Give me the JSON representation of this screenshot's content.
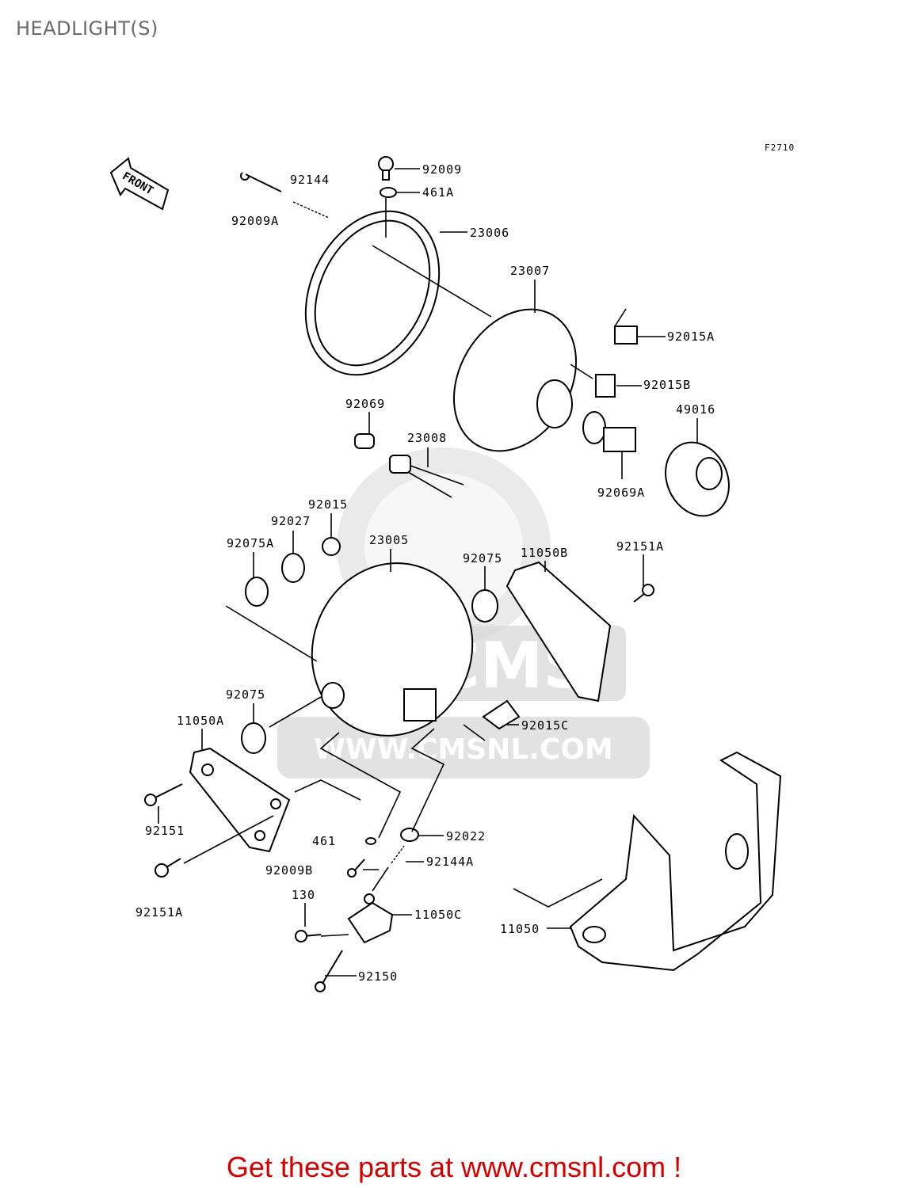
{
  "page": {
    "title": "HEADLIGHT(S)"
  },
  "diagram": {
    "figure_code": "F2710",
    "front_label": "FRONT",
    "parts": [
      "92009",
      "461A",
      "92144",
      "92009A",
      "23006",
      "23007",
      "92015A",
      "92015B",
      "92069",
      "23008",
      "49016",
      "92069A",
      "92015",
      "92027",
      "92075A",
      "23005",
      "92075",
      "11050B",
      "92151A",
      "92075",
      "92015C",
      "11050A",
      "92151",
      "461",
      "92022",
      "92009B",
      "92144A",
      "92151A",
      "130",
      "11050C",
      "11050",
      "92150"
    ]
  },
  "watermark": {
    "text": "WWW.CMSNL.COM",
    "logo": "CMS"
  },
  "footer": {
    "text": "Get these parts at www.cmsnl.com !",
    "color": "#d40000"
  }
}
